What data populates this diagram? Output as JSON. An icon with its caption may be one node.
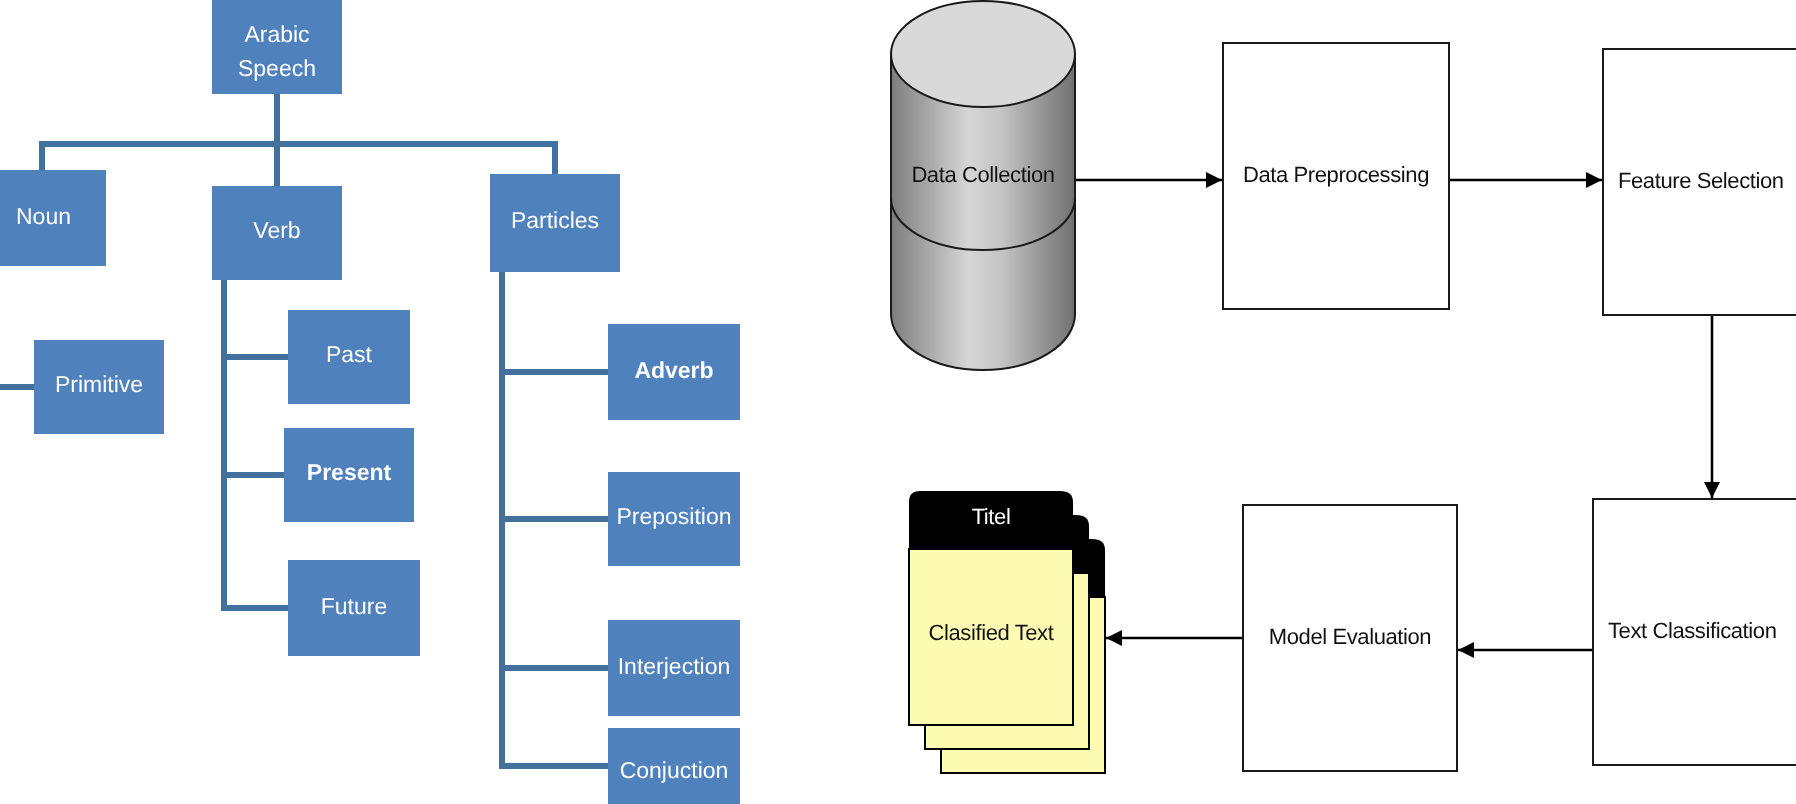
{
  "diagram": {
    "nodes": [
      {
        "text": [
          "Arabic Speech"
        ]
      },
      {
        "text": [
          "Noun"
        ]
      },
      {
        "text": [
          "Verb"
        ]
      },
      {
        "text": [
          "Particles"
        ]
      },
      {
        "text": [
          "Primitive"
        ]
      },
      {
        "text": [
          "Past"
        ]
      },
      {
        "text": [
          "Present"
        ]
      },
      {
        "text": [
          "Future"
        ]
      },
      {
        "text": [
          "Adverb"
        ]
      },
      {
        "text": [
          "Preposition"
        ]
      },
      {
        "text": [
          "Interjection"
        ]
      },
      {
        "text": [
          "Conjuction"
        ]
      },
      {
        "text": [
          "Data Collection"
        ]
      },
      {
        "text": [
          "Data Preprocessing"
        ]
      },
      {
        "text": [
          "Feature Selection"
        ]
      },
      {
        "text": [
          "Text Classification"
        ]
      },
      {
        "text": [
          "Model Evaluation"
        ]
      },
      {
        "text": [
          "Titel",
          "Clasified Text"
        ]
      }
    ],
    "edges": [
      {
        "from": 0,
        "to": 1,
        "arrow": "none"
      },
      {
        "from": 0,
        "to": 2,
        "arrow": "none"
      },
      {
        "from": 0,
        "to": 3,
        "arrow": "none"
      },
      {
        "from": null,
        "to": 4,
        "arrow": "none"
      },
      {
        "from": 2,
        "to": 5,
        "arrow": "none"
      },
      {
        "from": 2,
        "to": 6,
        "arrow": "none"
      },
      {
        "from": 2,
        "to": 7,
        "arrow": "none"
      },
      {
        "from": 3,
        "to": 8,
        "arrow": "none"
      },
      {
        "from": 3,
        "to": 9,
        "arrow": "none"
      },
      {
        "from": 3,
        "to": 10,
        "arrow": "none"
      },
      {
        "from": 3,
        "to": 11,
        "arrow": "none"
      },
      {
        "from": 12,
        "to": 13,
        "arrow": "to",
        "color": "#000000"
      },
      {
        "from": 13,
        "to": 14,
        "arrow": "to",
        "color": "#000000"
      },
      {
        "from": 14,
        "to": 15,
        "arrow": "to",
        "color": "#000000"
      },
      {
        "from": 15,
        "to": 16,
        "arrow": "to",
        "color": "#000000"
      },
      {
        "from": 16,
        "to": 17,
        "arrow": "to",
        "color": "#000000"
      }
    ]
  }
}
